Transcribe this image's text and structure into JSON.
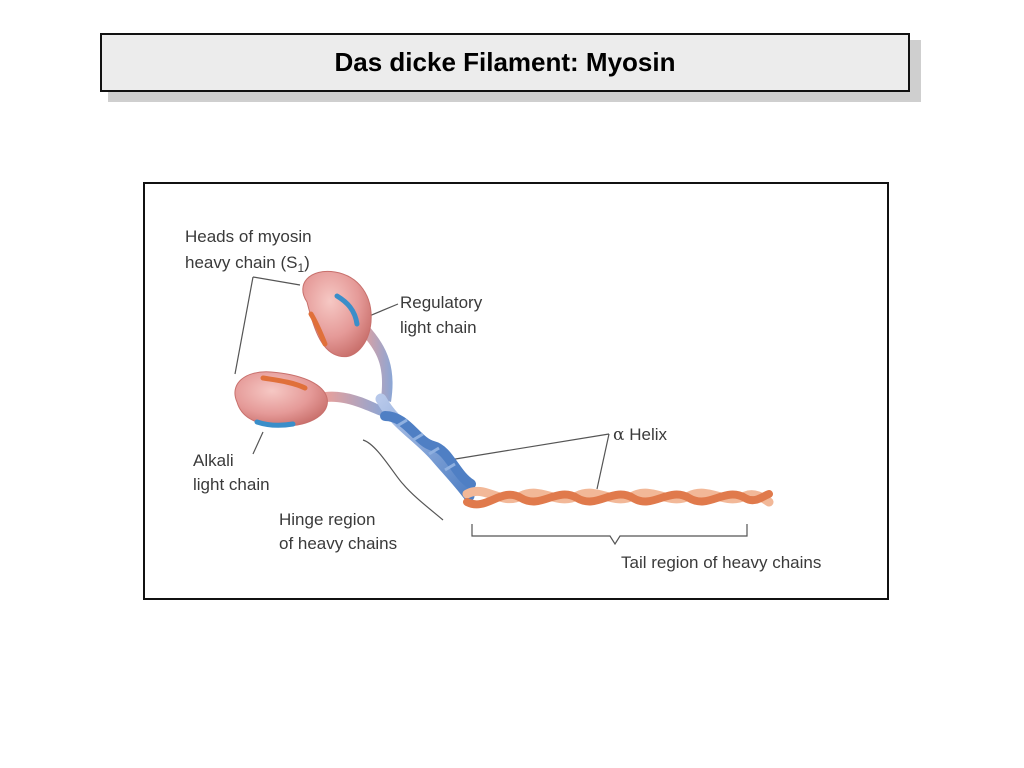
{
  "slide": {
    "title": "Das dicke Filament: Myosin"
  },
  "diagram": {
    "labels": {
      "heads_line1": "Heads of myosin",
      "heads_line2": "heavy chain (S",
      "heads_subscript": "1",
      "heads_close": ")",
      "regulatory_line1": "Regulatory",
      "regulatory_line2": "light chain",
      "alpha_symbol": "α",
      "alpha_word": "Helix",
      "alkali_line1": "Alkali",
      "alkali_line2": "light chain",
      "hinge_line1": "Hinge region",
      "hinge_line2": "of heavy chains",
      "tail": "Tail region of heavy chains"
    },
    "colors": {
      "head_fill": "#e59a98",
      "head_stroke": "#c8706c",
      "regulatory_light_chain": "#3a8ec9",
      "alkali_light_chain": "#3a8ec9",
      "heavy_chain_orange": "#e0703a",
      "tail_light": "#f2b898",
      "tail_dark": "#e07a4c",
      "hinge_blue": "#5a86c6",
      "label_text": "#3a3a3a"
    }
  }
}
